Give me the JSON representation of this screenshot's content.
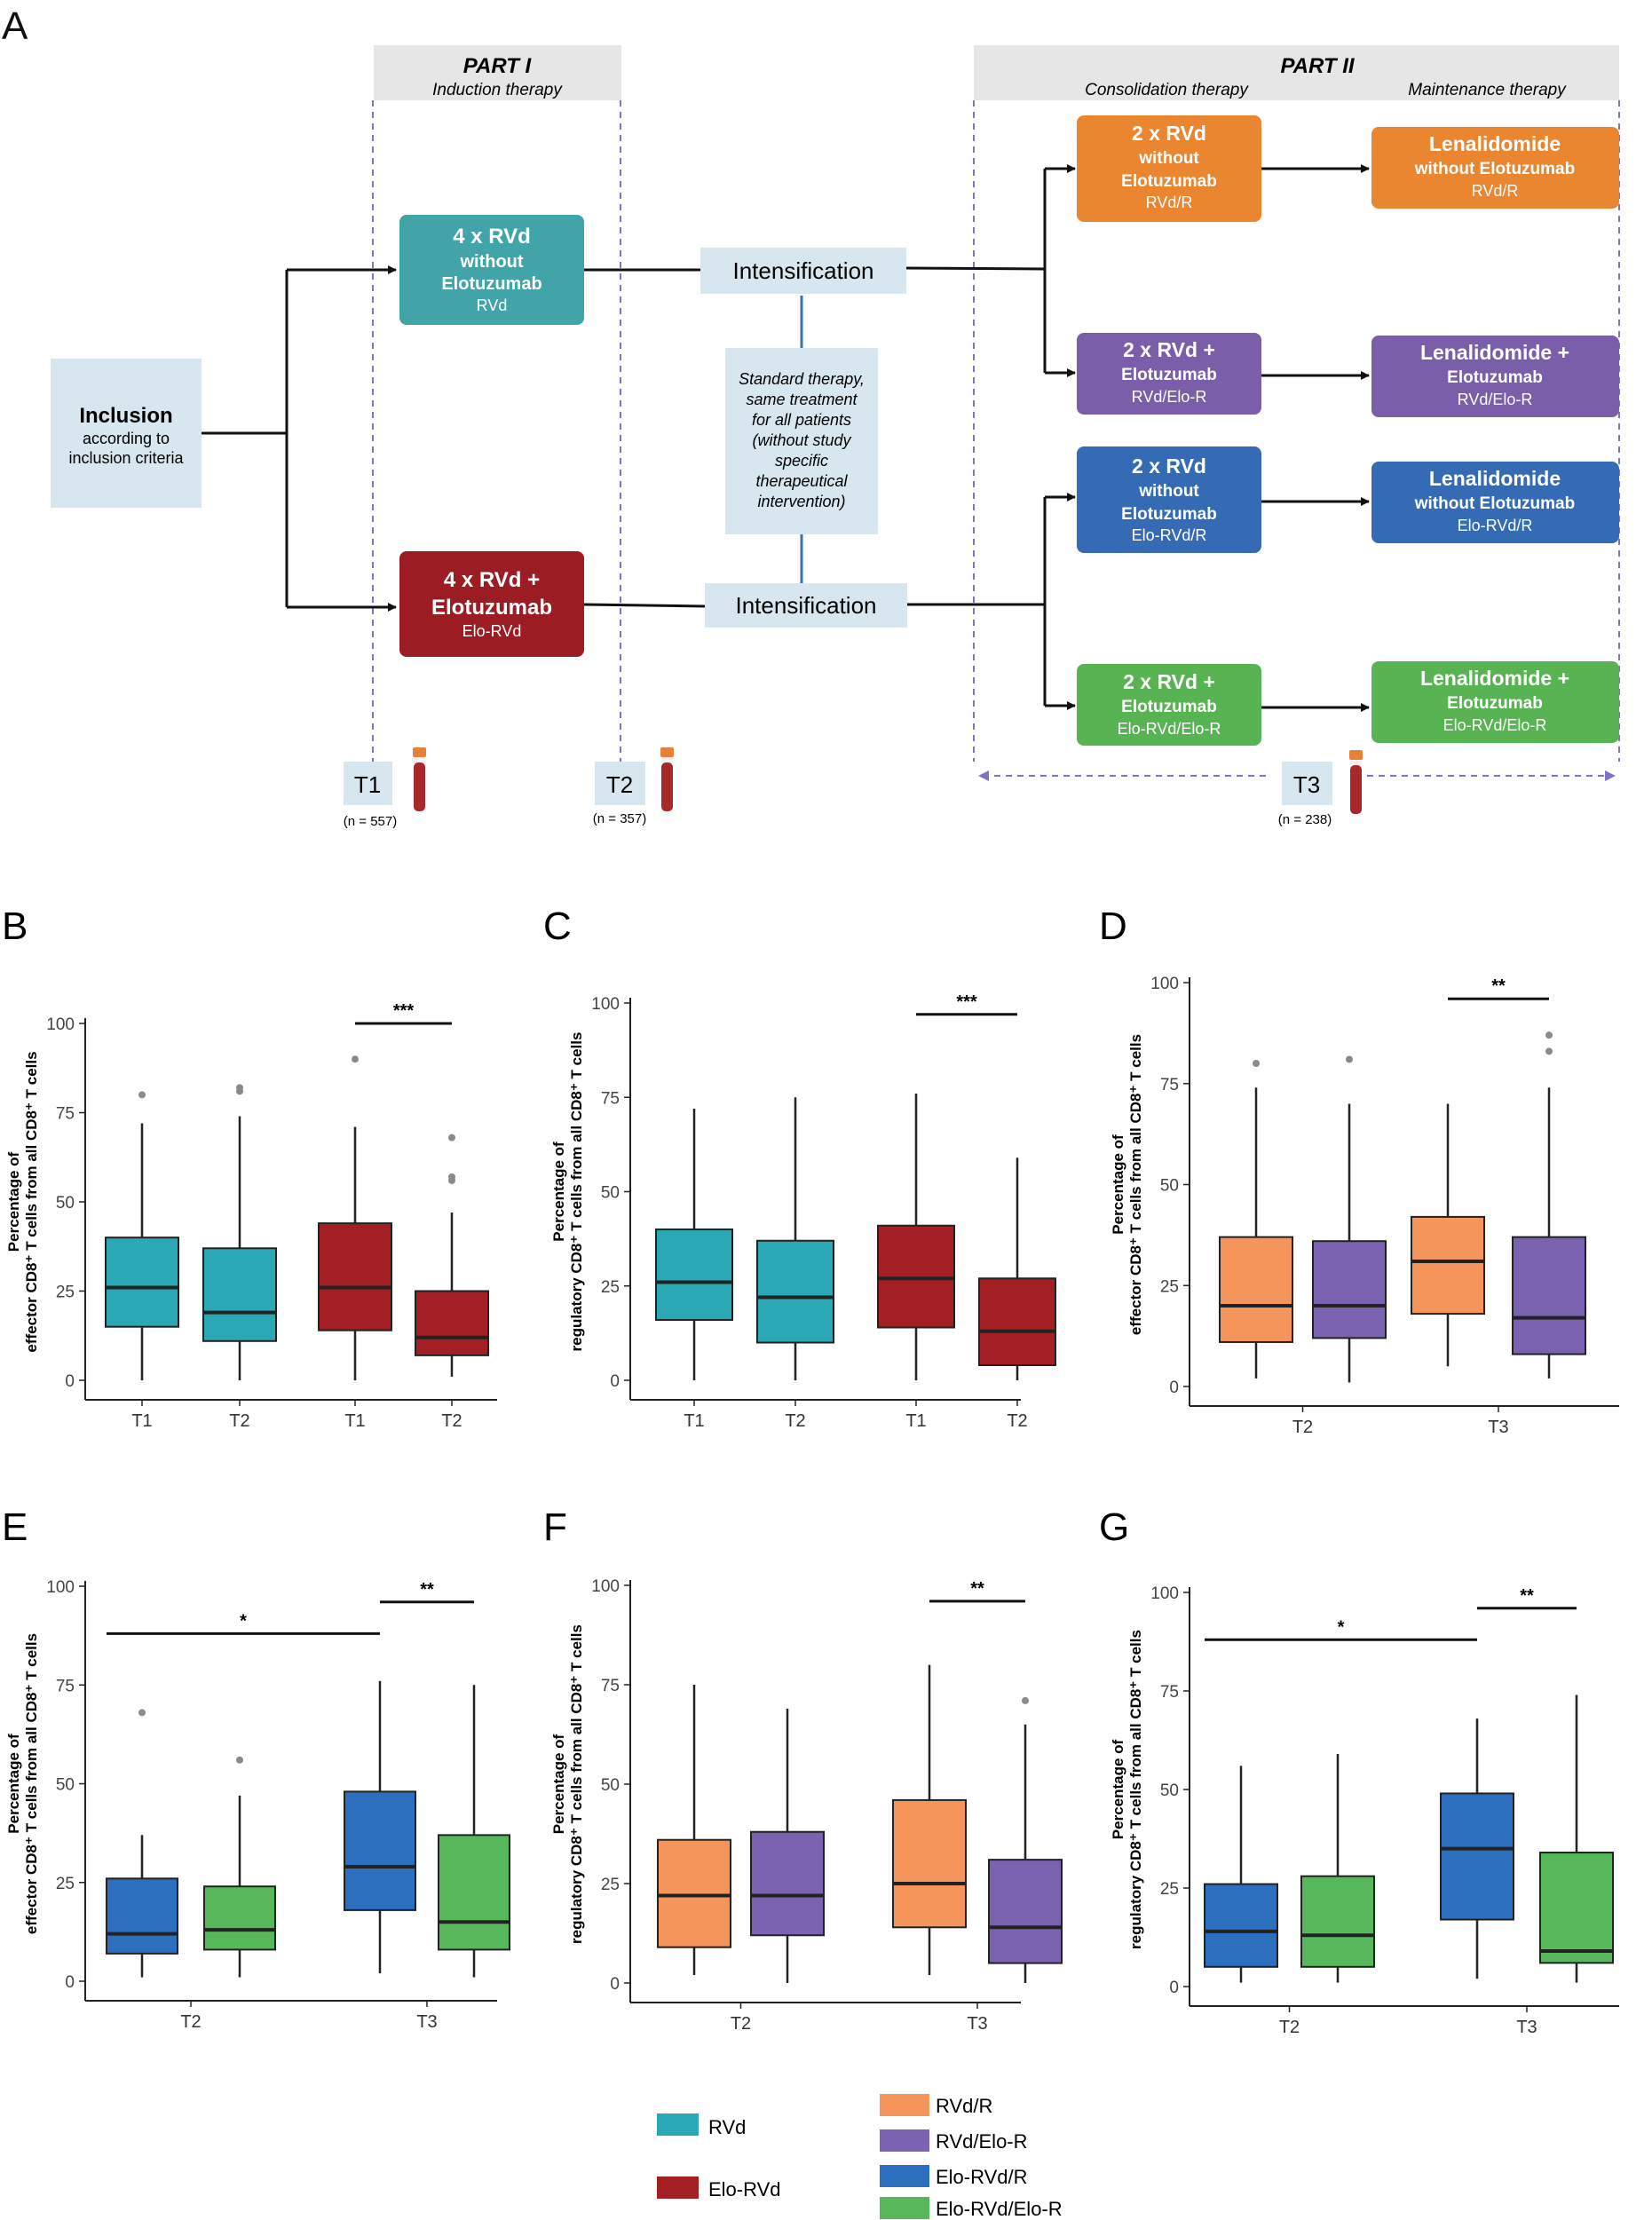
{
  "colors": {
    "RVd": "#2BA8B5",
    "Elo-RVd": "#A31F24",
    "RVd/R": "#F4955C",
    "RVd/Elo-R": "#7B62B0",
    "Elo-RVd/R": "#2C6FBF",
    "Elo-RVd/Elo-R": "#56B85A",
    "box_teal": "#40A4A8",
    "box_red": "#9B1C22",
    "box_orange": "#E9862F",
    "box_purple": "#7A5EAA",
    "box_blue": "#356BB4",
    "box_green": "#58B452",
    "light_box": "#D7E6EF",
    "header_gray": "#E6E6E6",
    "dashed": "#7B74C9"
  },
  "flow": {
    "panel_label": "A",
    "part1_title": "PART I",
    "part1_sub": "Induction therapy",
    "part2_title": "PART II",
    "part2_sub_left": "Consolidation therapy",
    "part2_sub_right": "Maintenance therapy",
    "inclusion": [
      "Inclusion",
      "according to",
      "inclusion criteria"
    ],
    "ind_rvd": [
      "4 x RVd",
      "without",
      "Elotuzumab",
      "RVd"
    ],
    "ind_elo": [
      "4 x RVd +",
      "Elotuzumab",
      "Elo-RVd"
    ],
    "intensification": "Intensification",
    "standard": [
      "Standard therapy,",
      "same treatment",
      "for all patients",
      "(without study",
      "specific",
      "therapeutical",
      "intervention)"
    ],
    "cons_rvdr": [
      "2 x RVd",
      "without",
      "Elotuzumab",
      "RVd/R"
    ],
    "cons_rvdelor": [
      "2 x RVd +",
      "Elotuzumab",
      "RVd/Elo-R"
    ],
    "cons_elorvdr": [
      "2 x RVd",
      "without",
      "Elotuzumab",
      "Elo-RVd/R"
    ],
    "cons_elorvdelor": [
      "2 x RVd +",
      "Elotuzumab",
      "Elo-RVd/Elo-R"
    ],
    "main_rvdr": [
      "Lenalidomide",
      "without Elotuzumab",
      "RVd/R"
    ],
    "main_rvdelor": [
      "Lenalidomide +",
      "Elotuzumab",
      "RVd/Elo-R"
    ],
    "main_elorvdr": [
      "Lenalidomide",
      "without Elotuzumab",
      "Elo-RVd/R"
    ],
    "main_elorvdelor": [
      "Lenalidomide +",
      "Elotuzumab",
      "Elo-RVd/Elo-R"
    ],
    "timepoints": [
      {
        "label": "T1",
        "n": "(n = 557)"
      },
      {
        "label": "T2",
        "n": "(n = 357)"
      },
      {
        "label": "T3",
        "n": "(n = 238)"
      }
    ]
  },
  "legend": [
    {
      "name": "RVd",
      "color": "#2BA8B5"
    },
    {
      "name": "Elo-RVd",
      "color": "#A31F24"
    },
    {
      "name": "RVd/R",
      "color": "#F4955C"
    },
    {
      "name": "RVd/Elo-R",
      "color": "#7B62B0"
    },
    {
      "name": "Elo-RVd/R",
      "color": "#2C6FBF"
    },
    {
      "name": "Elo-RVd/Elo-R",
      "color": "#56B85A"
    }
  ],
  "chart_data": [
    {
      "panel": "B",
      "type": "box",
      "ylabel": [
        "Percentage of",
        "effector CD8⁺ T cells from all CD8⁺ T cells"
      ],
      "yticks": [
        0,
        25,
        50,
        75,
        100
      ],
      "ylim": [
        0,
        100
      ],
      "categories": [
        "T1",
        "T2",
        "T1",
        "T2"
      ],
      "boxes": [
        {
          "group": "RVd",
          "min": 0,
          "q1": 15,
          "median": 26,
          "q3": 40,
          "max": 72,
          "outliers": [
            80
          ]
        },
        {
          "group": "RVd",
          "min": 0,
          "q1": 11,
          "median": 19,
          "q3": 37,
          "max": 74,
          "outliers": [
            81,
            82
          ]
        },
        {
          "group": "Elo-RVd",
          "min": 0,
          "q1": 14,
          "median": 26,
          "q3": 44,
          "max": 71,
          "outliers": [
            90
          ]
        },
        {
          "group": "Elo-RVd",
          "min": 1,
          "q1": 7,
          "median": 12,
          "q3": 25,
          "max": 47,
          "outliers": [
            56,
            57,
            68
          ]
        }
      ],
      "sig": [
        {
          "from": 2,
          "to": 3,
          "label": "***",
          "y": 100
        }
      ]
    },
    {
      "panel": "C",
      "type": "box",
      "ylabel": [
        "Percentage of",
        "regulatory CD8⁺ T cells from all CD8⁺ T cells"
      ],
      "yticks": [
        0,
        25,
        50,
        75,
        100
      ],
      "ylim": [
        0,
        100
      ],
      "categories": [
        "T1",
        "T2",
        "T1",
        "T2"
      ],
      "boxes": [
        {
          "group": "RVd",
          "min": 0,
          "q1": 16,
          "median": 26,
          "q3": 40,
          "max": 72,
          "outliers": []
        },
        {
          "group": "RVd",
          "min": 0,
          "q1": 10,
          "median": 22,
          "q3": 37,
          "max": 75,
          "outliers": []
        },
        {
          "group": "Elo-RVd",
          "min": 0,
          "q1": 14,
          "median": 27,
          "q3": 41,
          "max": 76,
          "outliers": []
        },
        {
          "group": "Elo-RVd",
          "min": 0,
          "q1": 4,
          "median": 13,
          "q3": 27,
          "max": 59,
          "outliers": []
        }
      ],
      "sig": [
        {
          "from": 2,
          "to": 3,
          "label": "***",
          "y": 97
        }
      ]
    },
    {
      "panel": "D",
      "type": "box",
      "ylabel": [
        "Percentage of",
        "effector CD8⁺ T cells from all CD8⁺ T cells"
      ],
      "yticks": [
        0,
        25,
        50,
        75,
        100
      ],
      "ylim": [
        0,
        100
      ],
      "categories": [
        "T2",
        "T3"
      ],
      "boxes": [
        {
          "group": "RVd/R",
          "min": 2,
          "q1": 11,
          "median": 20,
          "q3": 37,
          "max": 74,
          "outliers": [
            80
          ]
        },
        {
          "group": "RVd/Elo-R",
          "min": 1,
          "q1": 12,
          "median": 20,
          "q3": 36,
          "max": 70,
          "outliers": [
            81
          ]
        },
        {
          "group": "RVd/R",
          "min": 5,
          "q1": 18,
          "median": 31,
          "q3": 42,
          "max": 70,
          "outliers": []
        },
        {
          "group": "RVd/Elo-R",
          "min": 2,
          "q1": 8,
          "median": 17,
          "q3": 37,
          "max": 74,
          "outliers": [
            83,
            87
          ]
        }
      ],
      "sig": [
        {
          "from": 2,
          "to": 3,
          "label": "**",
          "y": 96
        }
      ]
    },
    {
      "panel": "E",
      "type": "box",
      "ylabel": [
        "Percentage of",
        "effector CD8⁺ T cells from all CD8⁺ T cells"
      ],
      "yticks": [
        0,
        25,
        50,
        75,
        100
      ],
      "ylim": [
        0,
        100
      ],
      "categories": [
        "T2",
        "T3"
      ],
      "boxes": [
        {
          "group": "Elo-RVd/R",
          "min": 1,
          "q1": 7,
          "median": 12,
          "q3": 26,
          "max": 37,
          "outliers": [
            68
          ]
        },
        {
          "group": "Elo-RVd/Elo-R",
          "min": 1,
          "q1": 8,
          "median": 13,
          "q3": 24,
          "max": 47,
          "outliers": [
            56
          ]
        },
        {
          "group": "Elo-RVd/R",
          "min": 2,
          "q1": 18,
          "median": 29,
          "q3": 48,
          "max": 76,
          "outliers": []
        },
        {
          "group": "Elo-RVd/Elo-R",
          "min": 1,
          "q1": 8,
          "median": 15,
          "q3": 37,
          "max": 75,
          "outliers": []
        }
      ],
      "sig": [
        {
          "from": 0,
          "to": 2,
          "label": "*",
          "y": 88
        },
        {
          "from": 2,
          "to": 3,
          "label": "**",
          "y": 96
        }
      ]
    },
    {
      "panel": "F",
      "type": "box",
      "ylabel": [
        "Percentage of",
        "regulatory CD8⁺ T cells from all CD8⁺ T cells"
      ],
      "yticks": [
        0,
        25,
        50,
        75,
        100
      ],
      "ylim": [
        0,
        100
      ],
      "categories": [
        "T2",
        "T3"
      ],
      "boxes": [
        {
          "group": "RVd/R",
          "min": 2,
          "q1": 9,
          "median": 22,
          "q3": 36,
          "max": 75,
          "outliers": []
        },
        {
          "group": "RVd/Elo-R",
          "min": 0,
          "q1": 12,
          "median": 22,
          "q3": 38,
          "max": 69,
          "outliers": []
        },
        {
          "group": "RVd/R",
          "min": 2,
          "q1": 14,
          "median": 25,
          "q3": 46,
          "max": 80,
          "outliers": []
        },
        {
          "group": "RVd/Elo-R",
          "min": 0,
          "q1": 5,
          "median": 14,
          "q3": 31,
          "max": 65,
          "outliers": [
            71
          ]
        }
      ],
      "sig": [
        {
          "from": 2,
          "to": 3,
          "label": "**",
          "y": 96
        }
      ]
    },
    {
      "panel": "G",
      "type": "box",
      "ylabel": [
        "Percentage of",
        "regulatory CD8⁺ T cells from all CD8⁺ T cells"
      ],
      "yticks": [
        0,
        25,
        50,
        75,
        100
      ],
      "ylim": [
        0,
        100
      ],
      "categories": [
        "T2",
        "T3"
      ],
      "boxes": [
        {
          "group": "Elo-RVd/R",
          "min": 1,
          "q1": 5,
          "median": 14,
          "q3": 26,
          "max": 56,
          "outliers": []
        },
        {
          "group": "Elo-RVd/Elo-R",
          "min": 1,
          "q1": 5,
          "median": 13,
          "q3": 28,
          "max": 59,
          "outliers": []
        },
        {
          "group": "Elo-RVd/R",
          "min": 2,
          "q1": 17,
          "median": 35,
          "q3": 49,
          "max": 68,
          "outliers": []
        },
        {
          "group": "Elo-RVd/Elo-R",
          "min": 1,
          "q1": 6,
          "median": 9,
          "q3": 34,
          "max": 74,
          "outliers": []
        }
      ],
      "sig": [
        {
          "from": 0,
          "to": 2,
          "label": "*",
          "y": 88
        },
        {
          "from": 2,
          "to": 3,
          "label": "**",
          "y": 96
        }
      ]
    }
  ]
}
